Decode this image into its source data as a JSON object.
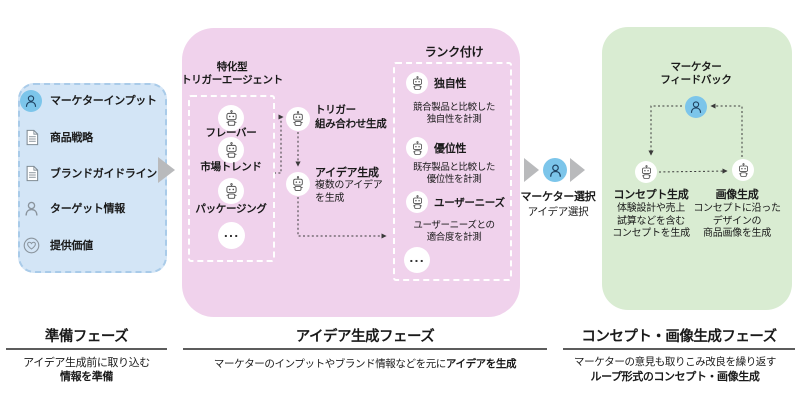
{
  "colors": {
    "prep_bg": "#d3e5f6",
    "prep_border": "#a9cbe9",
    "idea_bg": "#f0d2ec",
    "concept_bg": "#d9ecd2",
    "avatar_blue": "#7cc5ea",
    "arrow_gray": "#b9babc",
    "connector": "#3a3a3a"
  },
  "prep": {
    "items": [
      {
        "icon": "marketer-avatar-icon",
        "label": "マーケターインプット"
      },
      {
        "icon": "document-icon",
        "label": "商品戦略"
      },
      {
        "icon": "document-icon",
        "label": "ブランドガイドライン"
      },
      {
        "icon": "person-icon",
        "label": "ターゲット情報"
      },
      {
        "icon": "heart-icon",
        "label": "提供価値"
      }
    ]
  },
  "idea": {
    "trigger_agents": {
      "title_line1": "特化型",
      "title_line2": "トリガーエージェント",
      "agents": [
        "フレーバー",
        "市場トレンド",
        "パッケージング"
      ],
      "more": "..."
    },
    "trigger_combo": {
      "line1": "トリガー",
      "line2": "組み合わせ生成"
    },
    "idea_gen": {
      "title": "アイデア生成",
      "desc1": "複数のアイデア",
      "desc2": "を生成"
    },
    "ranking": {
      "title": "ランク付け",
      "criteria": [
        {
          "label": "独自性",
          "desc1": "競合製品と比較した",
          "desc2": "独自性を計測"
        },
        {
          "label": "優位性",
          "desc1": "既存製品と比較した",
          "desc2": "優位性を計測"
        },
        {
          "label": "ユーザーニーズ",
          "desc1": "ユーザーニーズとの",
          "desc2": "適合度を計測"
        }
      ],
      "more": "..."
    }
  },
  "selection": {
    "title": "マーケター選択",
    "subtitle": "アイデア選択"
  },
  "concept": {
    "feedback": {
      "line1": "マーケター",
      "line2": "フィードバック"
    },
    "concept_gen": {
      "title": "コンセプト生成",
      "desc1": "体験設計や売上",
      "desc2": "試算などを含む",
      "desc3": "コンセプトを生成"
    },
    "image_gen": {
      "title": "画像生成",
      "desc1": "コンセプトに沿った",
      "desc2": "デザインの",
      "desc3": "商品画像を生成"
    }
  },
  "footer": {
    "prep": {
      "title": "準備フェーズ",
      "desc1": "アイデア生成前に取り込む",
      "desc2": "情報を準備"
    },
    "idea": {
      "title": "アイデア生成フェーズ",
      "desc_normal": "マーケターのインプットやブランド情報などを元に",
      "desc_bold": "アイデアを生成"
    },
    "concept": {
      "title": "コンセプト・画像生成フェーズ",
      "desc1": "マーケターの意見も取りこみ改良を繰り返す",
      "desc2": "ループ形式のコンセプト・画像生成"
    }
  }
}
